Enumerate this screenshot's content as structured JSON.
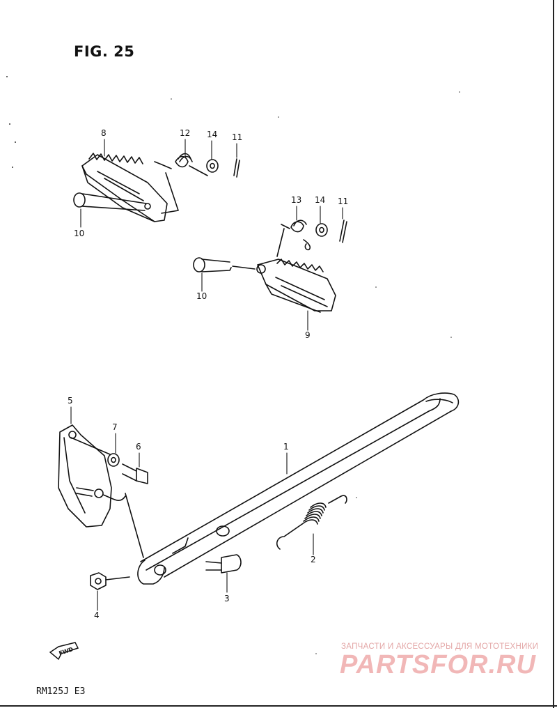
{
  "figure": {
    "title": "FIG. 25"
  },
  "model_code": "RM125J E3",
  "watermark": {
    "subtitle": "ЗАПЧАСТИ И АКСЕССУАРЫ ДЛЯ МОТОТЕХНИКИ",
    "brand": "PARTSFOR.RU"
  },
  "fwd_label": "FWD",
  "callouts": {
    "c1": "1",
    "c2": "2",
    "c3": "3",
    "c4": "4",
    "c5": "5",
    "c6": "6",
    "c7": "7",
    "c8": "8",
    "c9": "9",
    "c10a": "10",
    "c10b": "10",
    "c11a": "11",
    "c11b": "11",
    "c12": "12",
    "c13": "13",
    "c14a": "14",
    "c14b": "14"
  }
}
